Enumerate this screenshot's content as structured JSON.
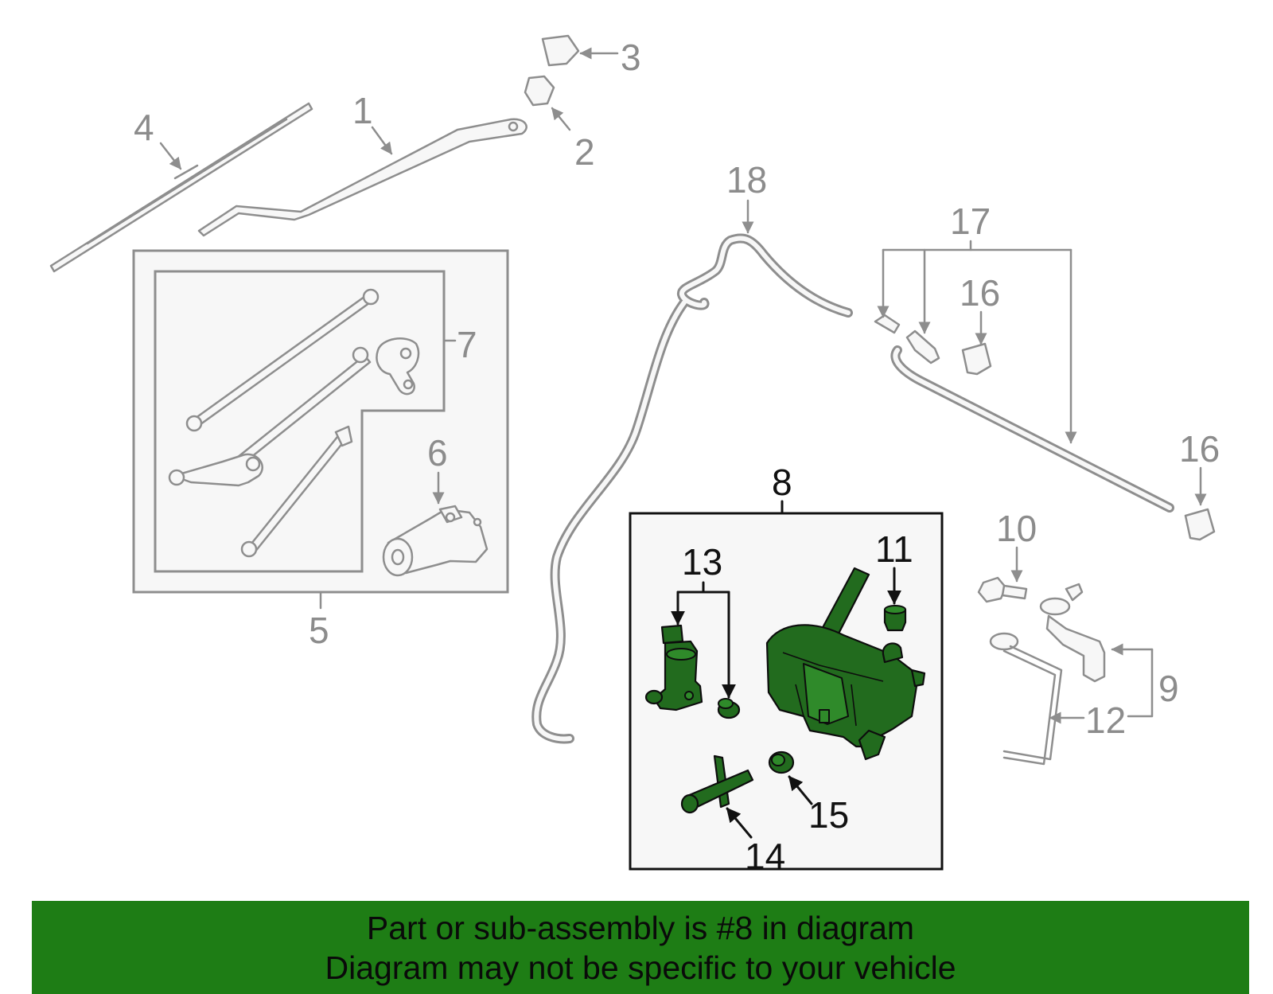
{
  "callouts": {
    "n1": "1",
    "n2": "2",
    "n3": "3",
    "n4": "4",
    "n5": "5",
    "n6": "6",
    "n7": "7",
    "n8": "8",
    "n9": "9",
    "n10": "10",
    "n11": "11",
    "n12": "12",
    "n13": "13",
    "n14": "14",
    "n15": "15",
    "n16a": "16",
    "n16b": "16",
    "n17": "17",
    "n18": "18"
  },
  "colors": {
    "highlight_part": "#226b1e",
    "banner_background": "#1e7d15",
    "other_parts": "#8e8e8e"
  },
  "banner": {
    "line1": "Part or sub-assembly is #8 in diagram",
    "line2": "Diagram may not be specific to your vehicle"
  }
}
